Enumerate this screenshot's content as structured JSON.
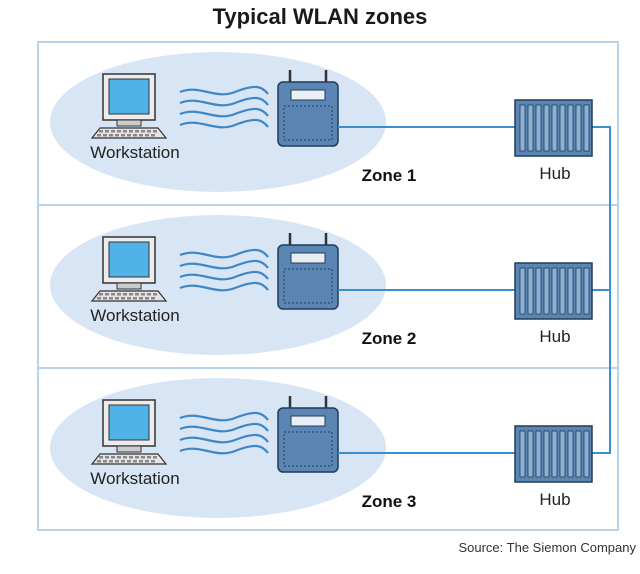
{
  "title": "Typical WLAN zones",
  "source": "Source: The Siemon Company",
  "colors": {
    "frame": "#b9d3ea",
    "ellipse": "#d7e5f4",
    "device": "#5b86b4",
    "cable": "#3a8fd0",
    "wave": "#3f86c8"
  },
  "zones": [
    {
      "workstation_label": "Workstation",
      "zone_label": "Zone 1",
      "hub_label": "Hub"
    },
    {
      "workstation_label": "Workstation",
      "zone_label": "Zone 2",
      "hub_label": "Hub"
    },
    {
      "workstation_label": "Workstation",
      "zone_label": "Zone 3",
      "hub_label": "Hub"
    }
  ]
}
